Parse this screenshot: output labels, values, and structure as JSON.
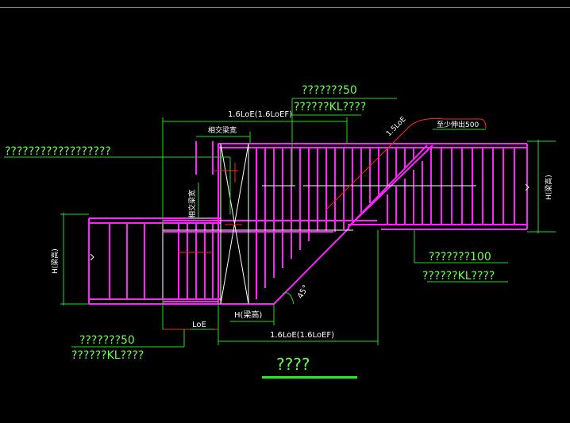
{
  "labels": {
    "top_note_1": "???????50",
    "top_note_2": "??????KL????",
    "dim_top": "1.6LoE(1.6LoEF)",
    "intersect_top": "相交梁宽",
    "intersect_side": "相交梁宽",
    "diag_len": "1.5LoE",
    "min_extend": "至少伸出500",
    "left_note": "??????????????????",
    "h_left": "H(梁高)",
    "h_right": "H(梁高)",
    "h_bottom": "H(梁高)",
    "angle": "45°",
    "loe": "LoE",
    "dim_bottom": "1.6LoE(1.6LoEF)",
    "right_note_1": "???????100",
    "right_note_2": "??????KL????",
    "bl_note_1": "???????50",
    "bl_note_2": "??????KL????",
    "caption": "????"
  },
  "colors": {
    "background": "#000000",
    "rebar": "#ff22ff",
    "dimension": "#1fdd1f",
    "text": "#ffffff",
    "annotation": "#66ff44",
    "anchor": "#ff2222",
    "centerline": "#ffffff"
  }
}
